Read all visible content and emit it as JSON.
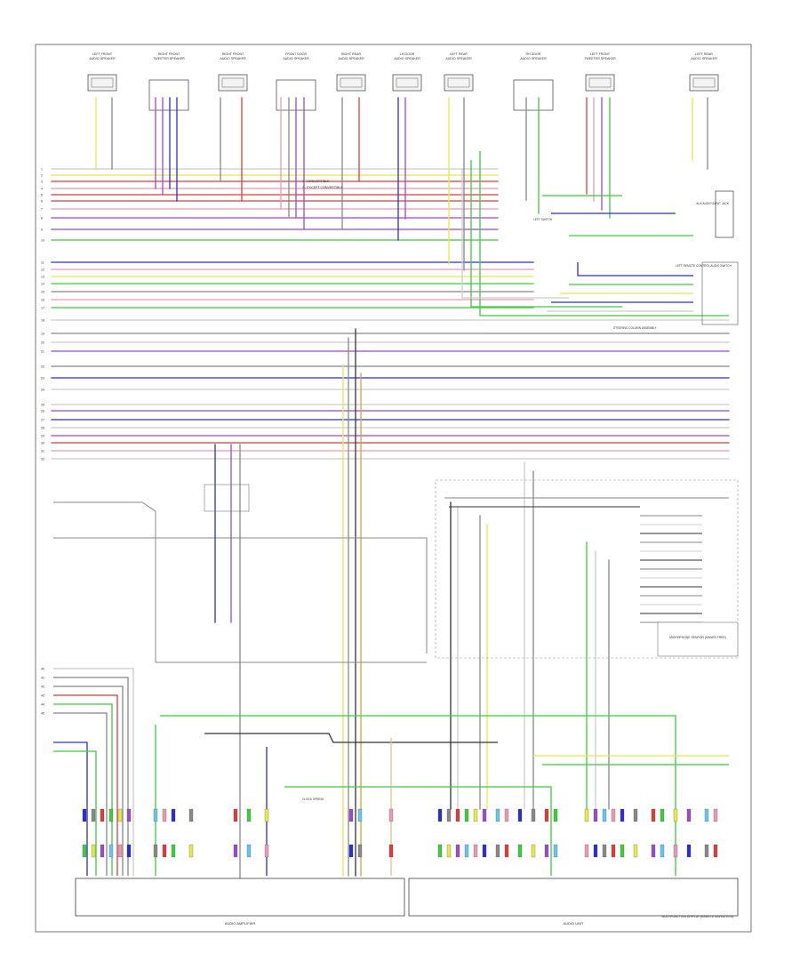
{
  "figure": {
    "page_code": "",
    "upper_components": [
      "LEFT FRONT AUDIO SPEAKER",
      "RIGHT FRONT TWEETER SPEAKER",
      "RIGHT FRONT AUDIO SPEAKER",
      "FRONT DOOR AUDIO SPEAKER",
      "RIGHT REAR AUDIO SPEAKER",
      "LH DOOR AUDIO SPEAKER",
      "LEFT REAR AUDIO SPEAKER",
      "RH DOOR AUDIO SPEAKER",
      "LEFT FRONT TWEETER SPEAKER",
      "LEFT REAR AUDIO SPEAKER"
    ],
    "notes": [
      "1 - CONVERTIBLE",
      "2 - EXCEPT CONVERTIBLE"
    ],
    "side_labels": [
      "AUX AUDIO INPUT JACK",
      "LEFT SWITCH",
      "LEFT REMOTE CONTROL AUDIO SWITCH",
      "STEERING COLUMN ASSEMBLY",
      "CLOCK SPRING"
    ],
    "lower_components": {
      "left": "AUDIO AMPLIFIER",
      "center": "AUDIO UNIT",
      "right_upper": "MICROPHONE SENSOR (HANDS FREE)",
      "right": "MULTIFUNCTION DISPLAY (RADIO & NAVIGATION)"
    },
    "wire_colors": {
      "yellow": "#e8e84a",
      "gray": "#888888",
      "red": "#e23b3b",
      "blue": "#2b2bd9",
      "green": "#3ccc3c",
      "violet": "#9c4ac9",
      "pink": "#e89ab4",
      "black": "#333333",
      "white": "#cccccc",
      "light_blue": "#66c7e8",
      "orange": "#e0a040",
      "brown": "#a0704a",
      "tan": "#d8c890"
    }
  }
}
